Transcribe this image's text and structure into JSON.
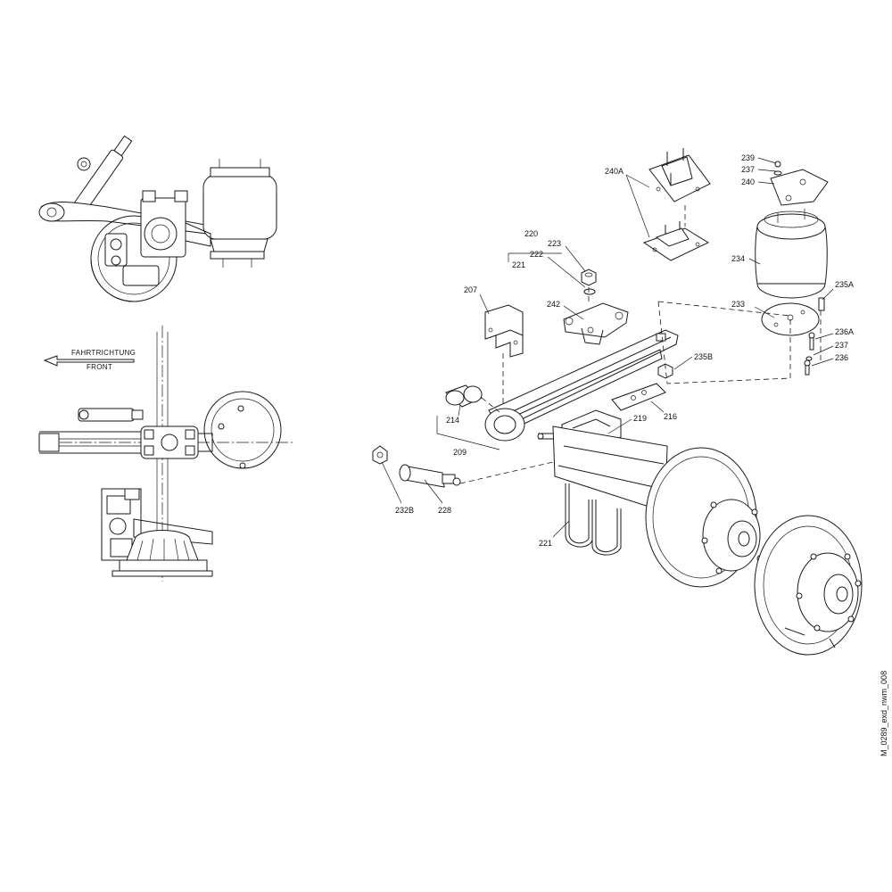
{
  "drawing_reference": "M_0289_exd_nwm_008",
  "direction_indicator": {
    "line1": "FAHRTRICHTUNG",
    "line2": "FRONT"
  },
  "part_labels": {
    "p239": "239",
    "p237a": "237",
    "p240": "240",
    "p240A": "240A",
    "p220": "220",
    "p223": "223",
    "p222": "222",
    "p221a": "221",
    "p207": "207",
    "p242": "242",
    "p234": "234",
    "p235A": "235A",
    "p233": "233",
    "p236A": "236A",
    "p237b": "237",
    "p236": "236",
    "p235B": "235B",
    "p214": "214",
    "p209": "209",
    "p216": "216",
    "p219": "219",
    "p232B": "232B",
    "p228": "228",
    "p221b": "221"
  }
}
